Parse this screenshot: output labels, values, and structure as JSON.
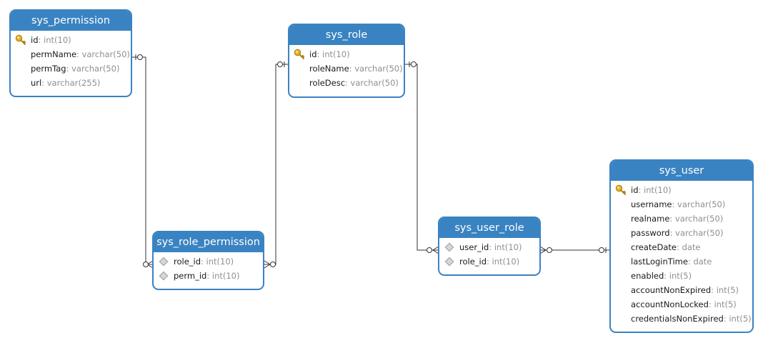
{
  "colors": {
    "header": "#3a83c2",
    "border": "#3a83c2",
    "type_text": "#8f8f8f",
    "line": "#333333",
    "key": "#e8b321",
    "fk": "#c8c8c8"
  },
  "tables": {
    "sys_permission": {
      "title": "sys_permission",
      "fields": [
        {
          "name": "id",
          "type": ": int(10)",
          "icon": "key-icon"
        },
        {
          "name": "permName",
          "type": ": varchar(50)",
          "icon": ""
        },
        {
          "name": "permTag",
          "type": ": varchar(50)",
          "icon": ""
        },
        {
          "name": "url",
          "type": ": varchar(255)",
          "icon": ""
        }
      ]
    },
    "sys_role": {
      "title": "sys_role",
      "fields": [
        {
          "name": "id",
          "type": ": int(10)",
          "icon": "key-icon"
        },
        {
          "name": "roleName",
          "type": ": varchar(50)",
          "icon": ""
        },
        {
          "name": "roleDesc",
          "type": ": varchar(50)",
          "icon": ""
        }
      ]
    },
    "sys_role_permission": {
      "title": "sys_role_permission",
      "fields": [
        {
          "name": "role_id",
          "type": ": int(10)",
          "icon": "foreign-key-icon"
        },
        {
          "name": "perm_id",
          "type": ": int(10)",
          "icon": "foreign-key-icon"
        }
      ]
    },
    "sys_user_role": {
      "title": "sys_user_role",
      "fields": [
        {
          "name": "user_id",
          "type": ": int(10)",
          "icon": "foreign-key-icon"
        },
        {
          "name": "role_id",
          "type": ": int(10)",
          "icon": "foreign-key-icon"
        }
      ]
    },
    "sys_user": {
      "title": "sys_user",
      "fields": [
        {
          "name": "id",
          "type": ": int(10)",
          "icon": "key-icon"
        },
        {
          "name": "username",
          "type": ": varchar(50)",
          "icon": ""
        },
        {
          "name": "realname",
          "type": ": varchar(50)",
          "icon": ""
        },
        {
          "name": "password",
          "type": ": varchar(50)",
          "icon": ""
        },
        {
          "name": "createDate",
          "type": ": date",
          "icon": ""
        },
        {
          "name": "lastLoginTime",
          "type": ": date",
          "icon": ""
        },
        {
          "name": "enabled",
          "type": ": int(5)",
          "icon": ""
        },
        {
          "name": "accountNonExpired",
          "type": ": int(5)",
          "icon": ""
        },
        {
          "name": "accountNonLocked",
          "type": ": int(5)",
          "icon": ""
        },
        {
          "name": "credentialsNonExpired",
          "type": ": int(5)",
          "icon": ""
        }
      ]
    }
  }
}
